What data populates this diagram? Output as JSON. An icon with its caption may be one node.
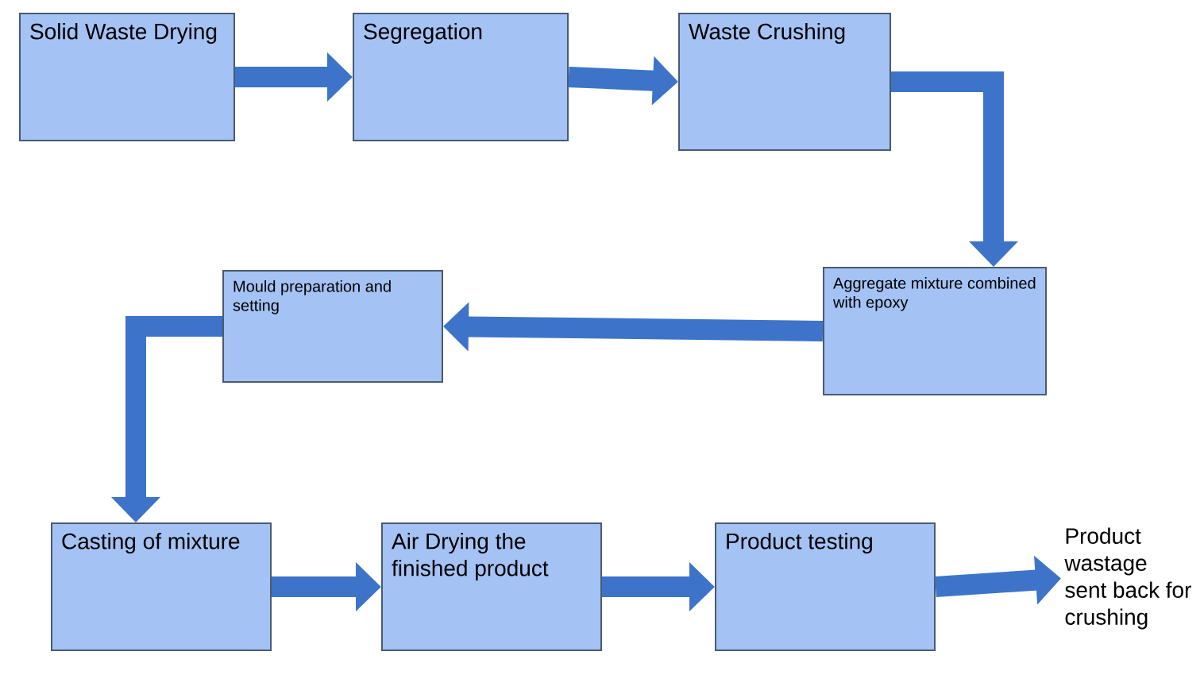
{
  "diagram": {
    "nodes": [
      {
        "text": [
          "Solid Waste Drying"
        ]
      },
      {
        "text": [
          "Segregation"
        ]
      },
      {
        "text": [
          "Waste Crushing"
        ]
      },
      {
        "text": [
          "Aggregate mixture combined with epoxy"
        ]
      },
      {
        "text": [
          "Mould preparation and setting"
        ]
      },
      {
        "text": [
          "Casting of mixture"
        ]
      },
      {
        "text": [
          "Air Drying the finished product"
        ]
      },
      {
        "text": [
          "Product testing"
        ]
      },
      {
        "text": [
          "Product wastage sent back for crushing"
        ]
      }
    ],
    "edges": [
      {
        "from": 0,
        "to": 1,
        "arrow": "to"
      },
      {
        "from": 1,
        "to": 2,
        "arrow": "to"
      },
      {
        "from": 2,
        "to": 3,
        "arrow": "to"
      },
      {
        "from": 3,
        "to": 4,
        "arrow": "to"
      },
      {
        "from": 4,
        "to": 5,
        "arrow": "to"
      },
      {
        "from": 5,
        "to": 6,
        "arrow": "to"
      },
      {
        "from": 6,
        "to": 7,
        "arrow": "to"
      },
      {
        "from": 7,
        "to": 8,
        "arrow": "to"
      }
    ]
  }
}
